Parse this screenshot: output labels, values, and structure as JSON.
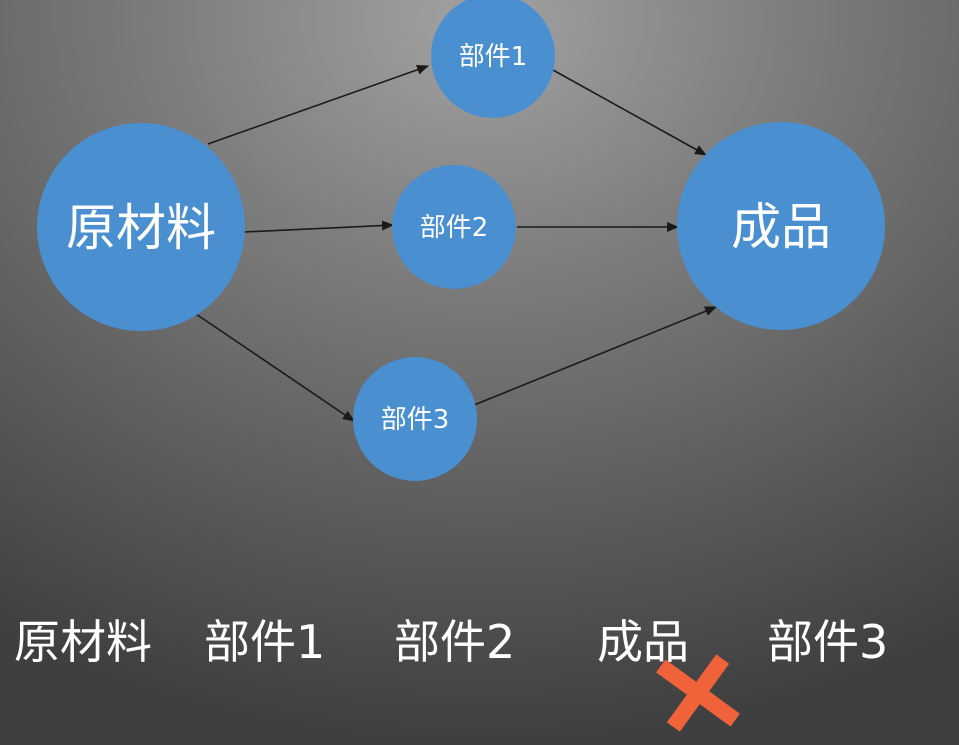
{
  "diagram": {
    "nodes": {
      "raw": "原材料",
      "part1": "部件1",
      "part2": "部件2",
      "part3": "部件3",
      "product": "成品"
    },
    "edges": [
      {
        "from": "原材料",
        "to": "部件1"
      },
      {
        "from": "原材料",
        "to": "部件2"
      },
      {
        "from": "原材料",
        "to": "部件3"
      },
      {
        "from": "部件1",
        "to": "成品"
      },
      {
        "from": "部件2",
        "to": "成品"
      },
      {
        "from": "部件3",
        "to": "成品"
      }
    ]
  },
  "sequence": {
    "items": [
      "原材料",
      "部件1",
      "部件2",
      "成品",
      "部件3"
    ],
    "rejected_item": "成品"
  },
  "colors": {
    "node_fill": "#4a8fd0",
    "arrow": "#1a1a1a",
    "cross": "#f0623a",
    "text": "#ffffff"
  },
  "icons": {
    "cross": "cross-mark-icon"
  }
}
